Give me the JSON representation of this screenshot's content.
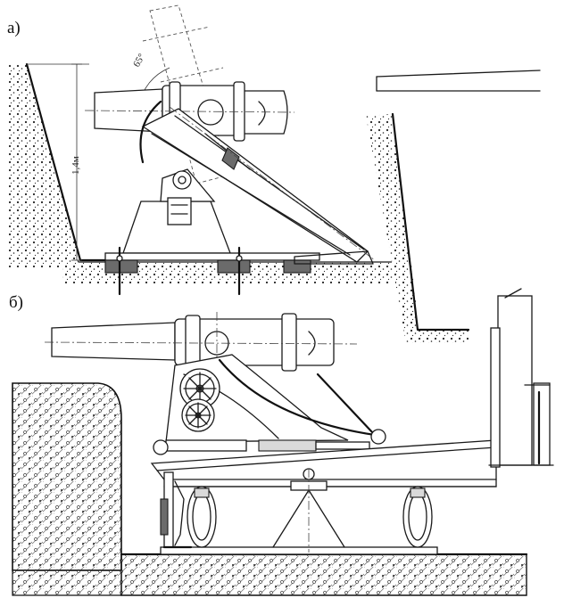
{
  "labels": {
    "fig_a": "а)",
    "fig_b": "б)",
    "angle_mark": "65°",
    "height_mark": "1,4м"
  }
}
